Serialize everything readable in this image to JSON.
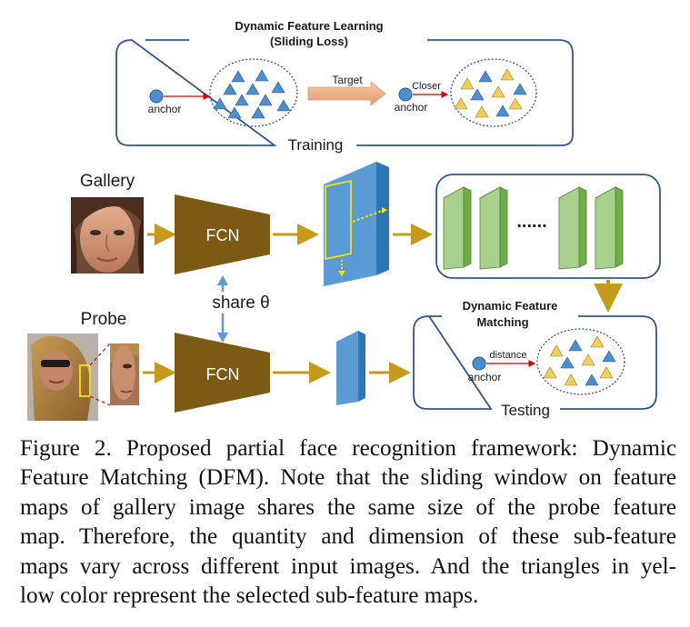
{
  "training": {
    "title_line1": "Dynamic Feature Learning",
    "title_line2": "(Sliding Loss)",
    "anchor1": "anchor",
    "target": "Target",
    "anchor2": "anchor",
    "closer": "Closer",
    "label": "Training"
  },
  "pipeline": {
    "gallery": "Gallery",
    "probe": "Probe",
    "fcn_top": "FCN",
    "fcn_bottom": "FCN",
    "share": "share θ",
    "dots": "......"
  },
  "testing": {
    "title_line1": "Dynamic Feature",
    "title_line2": "Matching",
    "distance": "distance",
    "anchor": "anchor",
    "label": "Testing"
  },
  "colors": {
    "arrow": "#c59a1b",
    "fcn": "#7b5a14",
    "triangle_blue": "#4a8fd0",
    "triangle_yellow": "#f2cd5b",
    "feature_blue": "#5b9bd5",
    "sub_feature_green": "#a9d18e",
    "box_border": "#2f5597"
  },
  "caption": {
    "line1": "Figure 2. Proposed partial face recognition framework: Dynamic",
    "line2": "Feature Matching (DFM). Note that the sliding window on feature",
    "line3": "maps of gallery image shares the same size of the probe feature",
    "line4": "map.  Therefore, the quantity and dimension of these sub-feature",
    "line5": "maps vary across different input images.  And the triangles in yel-",
    "line6": "low color represent the selected sub-feature maps."
  }
}
